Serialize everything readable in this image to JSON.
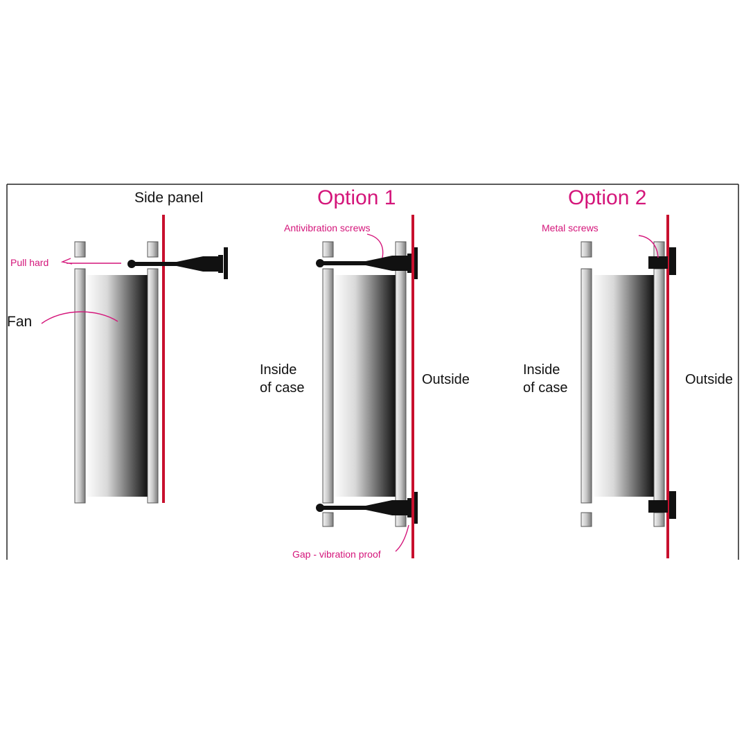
{
  "colors": {
    "panel": "#c8102e",
    "accent": "#d4157a",
    "hardware": "#111111",
    "frame_border": "#222222"
  },
  "labels": {
    "side_panel": "Side panel",
    "pull_hard": "Pull hard",
    "fan": "Fan",
    "option1_title": "Option 1",
    "antivibration_screws": "Antivibration screws",
    "inside_case_line1": "Inside",
    "inside_case_line2": "of case",
    "outside": "Outside",
    "gap_vibration_proof": "Gap - vibration proof",
    "option2_title": "Option 2",
    "metal_screws": "Metal screws"
  }
}
